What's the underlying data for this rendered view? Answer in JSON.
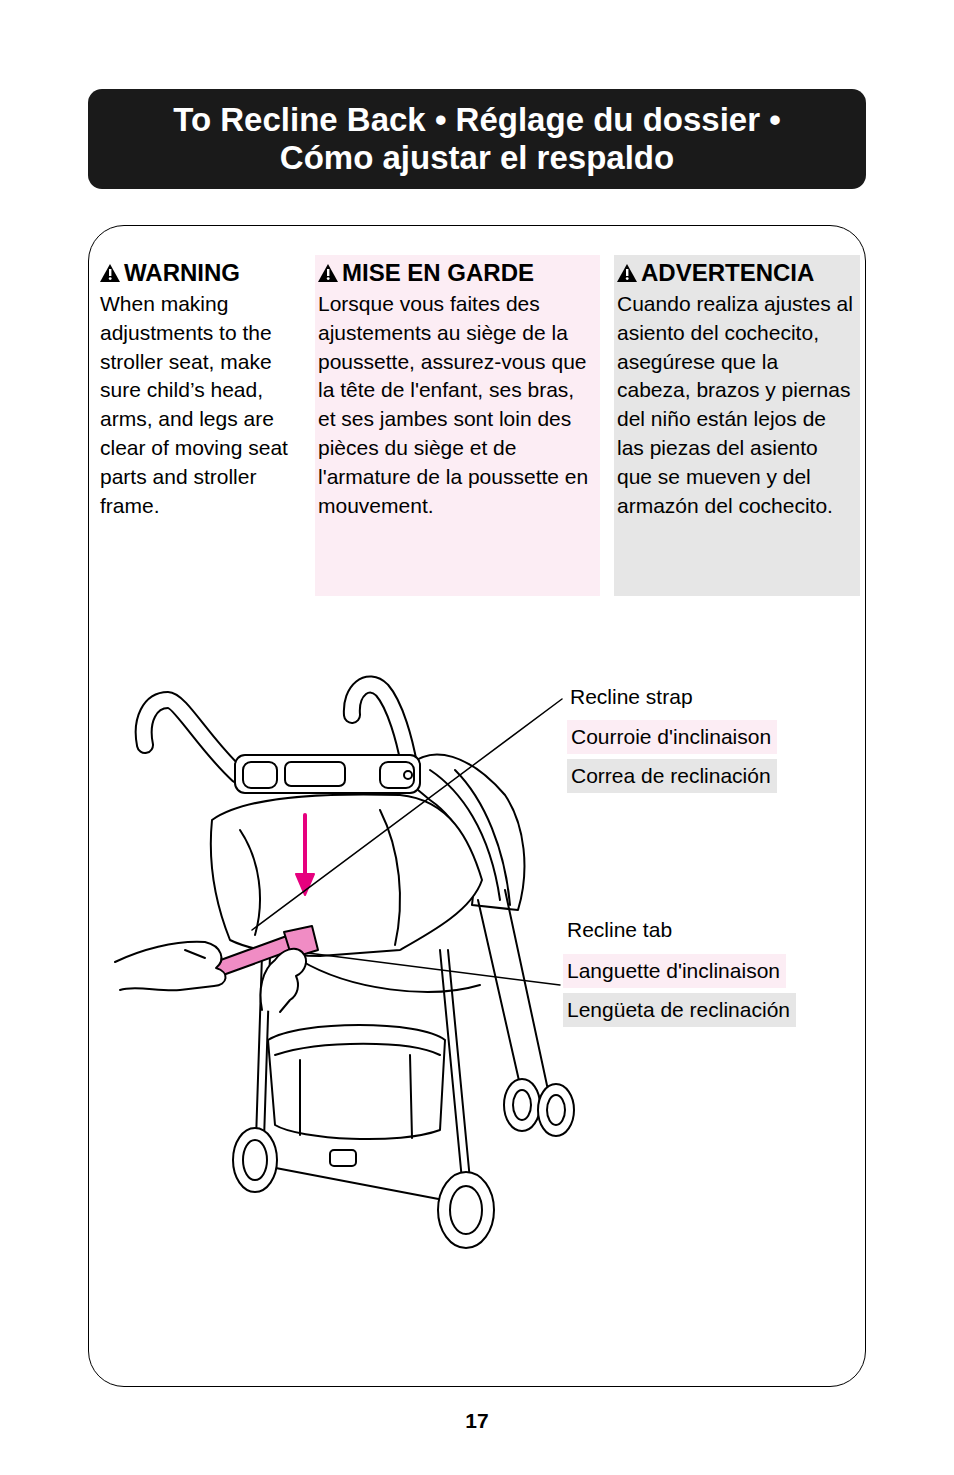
{
  "diagram": {
    "title": "To Recline Back • Réglage du dossier • Cómo ajustar el respaldo",
    "nodes": [
      {
        "text": [
          "WARNING",
          "When making adjustments to the stroller seat, make sure child’s head, arms, and legs are clear of moving seat parts and stroller frame."
        ]
      },
      {
        "text": [
          "MISE EN GARDE",
          "Lorsque vous faites des ajustements au siège de la poussette, assurez-vous que la tête de l'enfant, ses bras, et ses jambes sont loin des pièces du siège et de l'armature de la poussette en mouvement."
        ]
      },
      {
        "text": [
          "ADVERTENCIA",
          "Cuando realiza ajustes al asiento del cochecito, asegúrese que la cabeza, brazos y piernas del niño están lejos de las piezas del asiento que se mueven y del armazón del cochecito."
        ]
      },
      {
        "text": [
          "Courroie d'inclinaison"
        ]
      },
      {
        "text": [
          "Correa de reclinación"
        ]
      },
      {
        "text": [
          "Languette d'inclinaison"
        ]
      },
      {
        "text": [
          "Lengüeta de reclinación"
        ]
      }
    ],
    "labels": [
      "Recline strap",
      "Recline tab",
      "17"
    ]
  }
}
